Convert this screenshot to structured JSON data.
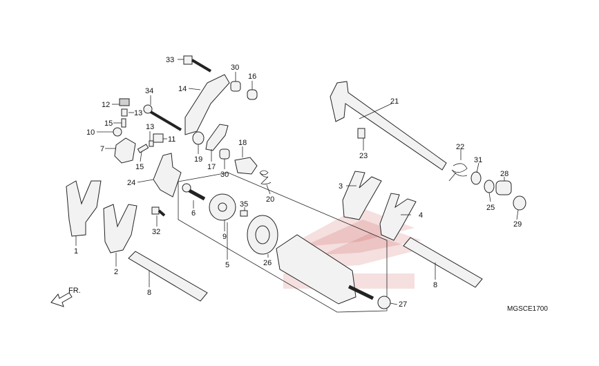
{
  "diagram_code": "MGSCE1700",
  "front_label": "FR.",
  "callouts": {
    "c1": "1",
    "c2": "2",
    "c3": "3",
    "c4": "4",
    "c5": "5",
    "c6": "6",
    "c7": "7",
    "c8a": "8",
    "c8b": "8",
    "c9": "9",
    "c10": "10",
    "c11": "11",
    "c12": "12",
    "c13a": "13",
    "c13b": "13",
    "c14": "14",
    "c15a": "15",
    "c15b": "15",
    "c16": "16",
    "c17": "17",
    "c18": "18",
    "c19": "19",
    "c20": "20",
    "c21": "21",
    "c22": "22",
    "c23": "23",
    "c24": "24",
    "c25": "25",
    "c26": "26",
    "c27": "27",
    "c28": "28",
    "c29": "29",
    "c30a": "30",
    "c30b": "30",
    "c31": "31",
    "c32": "32",
    "c33": "33",
    "c34": "34",
    "c35": "35"
  },
  "colors": {
    "line": "#222222",
    "watermark": "#c23a3a",
    "part_fill": "#f2f2f2"
  }
}
